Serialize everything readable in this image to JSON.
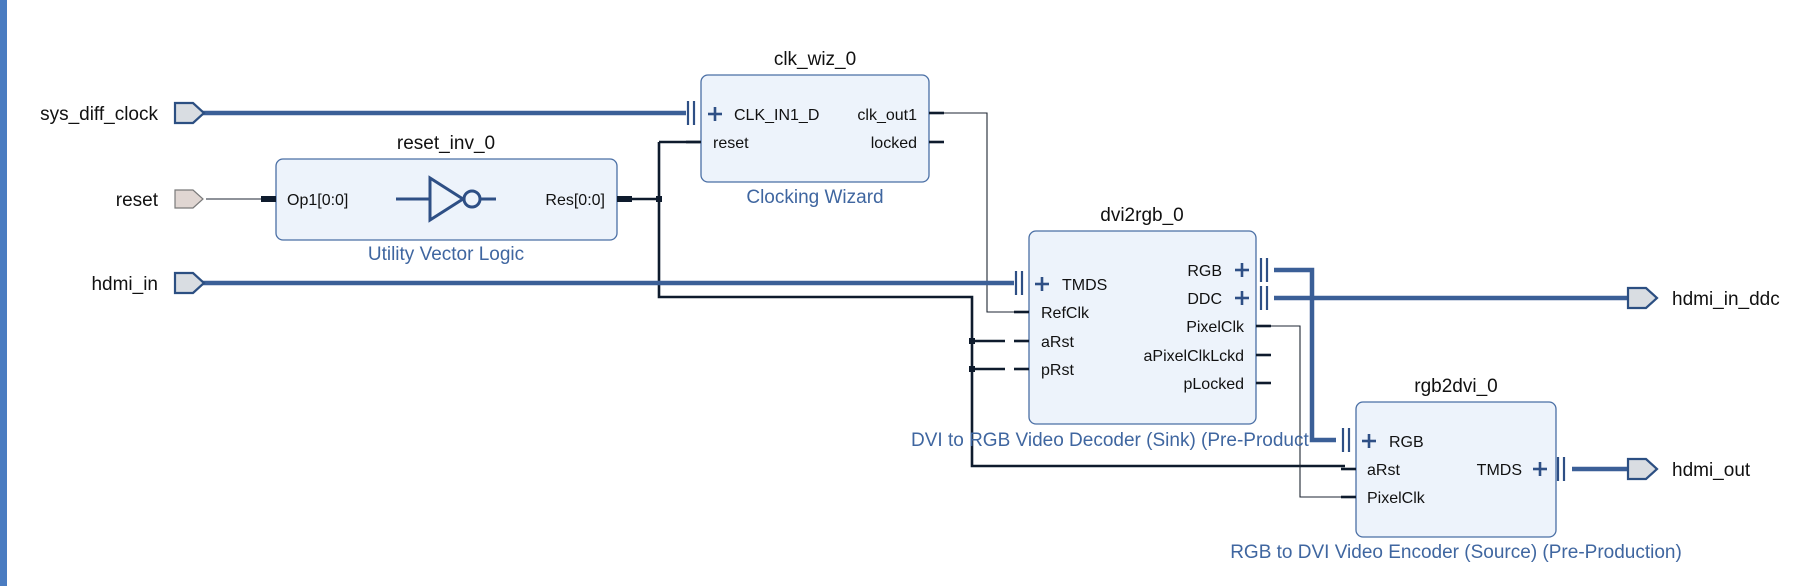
{
  "colors": {
    "block_fill": "#edf3fb",
    "block_border": "#4a6fa5",
    "bus": "#3b5f97",
    "wire": "#0e1b2d",
    "ip_label": "#3f66a0",
    "port_fill_diff": "#d9dde2",
    "port_fill_single": "#e0d6d2",
    "frame": "#4a7cc1"
  },
  "ports": {
    "sys_diff_clock": "sys_diff_clock",
    "reset": "reset",
    "hdmi_in": "hdmi_in",
    "hdmi_in_ddc": "hdmi_in_ddc",
    "hdmi_out": "hdmi_out"
  },
  "blocks": {
    "clk_wiz": {
      "instance": "clk_wiz_0",
      "ip": "Clocking Wizard",
      "pins": {
        "clk_in": "CLK_IN1_D",
        "reset": "reset",
        "clk_out": "clk_out1",
        "locked": "locked"
      }
    },
    "reset_inv": {
      "instance": "reset_inv_0",
      "ip": "Utility Vector Logic",
      "pins": {
        "op1": "Op1[0:0]",
        "res": "Res[0:0]"
      }
    },
    "dvi2rgb": {
      "instance": "dvi2rgb_0",
      "ip": "DVI to RGB Video Decoder (Sink) (Pre-Product",
      "pins": {
        "tmds": "TMDS",
        "refclk": "RefClk",
        "arst": "aRst",
        "prst": "pRst",
        "rgb": "RGB",
        "ddc": "DDC",
        "pixelclk": "PixelClk",
        "apixelclklckd": "aPixelClkLckd",
        "plocked": "pLocked"
      }
    },
    "rgb2dvi": {
      "instance": "rgb2dvi_0",
      "ip": "RGB to DVI Video Encoder (Source) (Pre-Production)",
      "pins": {
        "rgb": "RGB",
        "arst": "aRst",
        "pixelclk": "PixelClk",
        "tmds": "TMDS"
      }
    }
  }
}
